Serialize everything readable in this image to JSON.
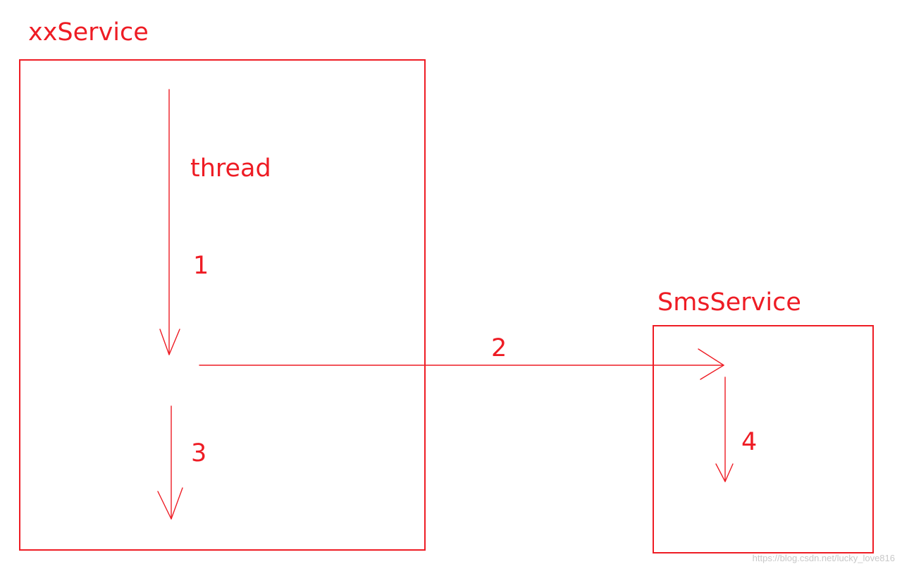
{
  "diagram": {
    "xx_service": {
      "title": "xxService",
      "thread_label": "thread",
      "step1": "1",
      "step3": "3"
    },
    "sms_service": {
      "title": "SmsService",
      "step4": "4"
    },
    "call": {
      "step2": "2"
    },
    "watermark": "https://blog.csdn.net/lucky_love816",
    "colors": {
      "stroke": "#ee1c24",
      "background": "#ffffff"
    }
  }
}
